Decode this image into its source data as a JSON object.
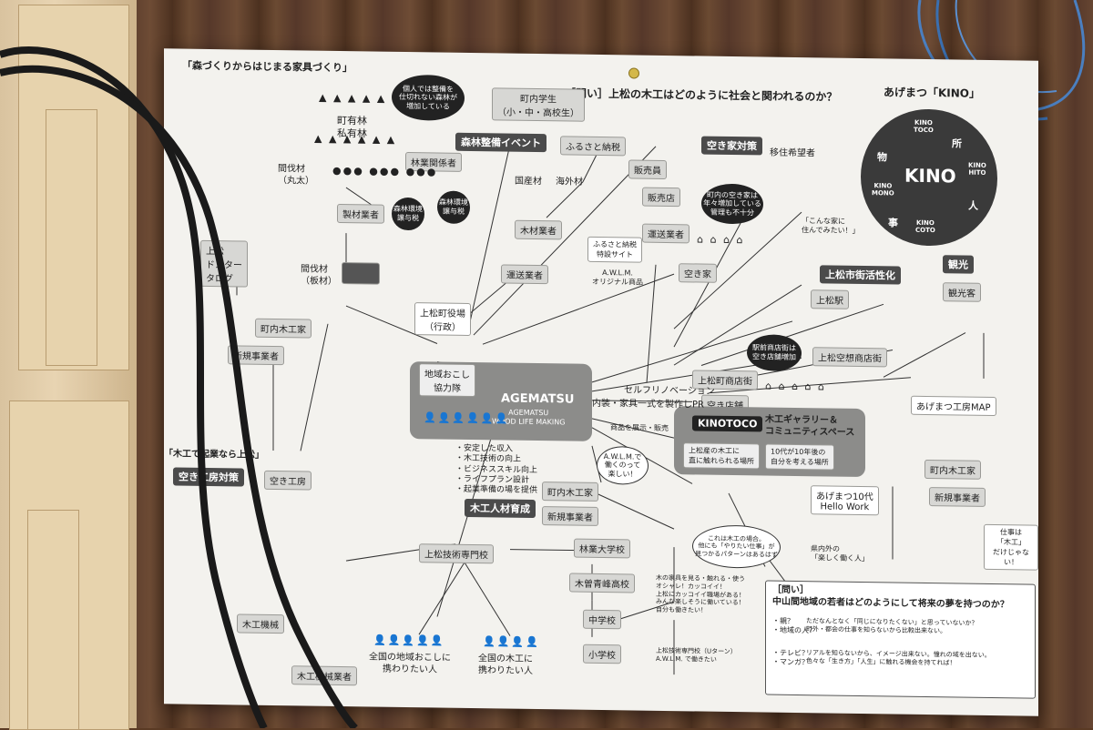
{
  "header": {
    "top_left": "「森づくりからはじまる家具づくり」",
    "question1": "［問い］上松の木工はどのように社会と関われるのか？",
    "brand_title": "あげまつ「KINO」"
  },
  "kino_circle": {
    "center": "KINO",
    "toco": "KINO\nTOCO",
    "mono": "KINO\nMONO",
    "hito": "KINO\nHITO",
    "coto": "KINO\nCOTO",
    "ch_mono": "物",
    "ch_tokoro": "所",
    "ch_hito": "人",
    "ch_koto": "事"
  },
  "nodes": {
    "forest_owner": "町有林\n私有林",
    "forestry": "林業関係者",
    "thinning": "間伐材\n（丸太）",
    "lumber_mill": "製材業者",
    "thinned_board": "間伐材\n（板材）",
    "town_hall": "上松町役場\n（行政）",
    "forest_event": "森林整備イベント",
    "students": "町内学生\n（小・中・高校生）",
    "hometown_tax": "ふるさと納税",
    "domestic_wood": "国産材",
    "foreign_wood": "海外材",
    "timber_dealer": "木材業者",
    "transport": "運送業者",
    "sales": "販売員",
    "shop": "販売店",
    "transport2": "運送業者",
    "akiya": "空き家対策",
    "migrant": "移住希望者",
    "akiya2": "空き家",
    "revital": "上松市街活性化",
    "kanko": "観光",
    "agematsu_station": "上松駅",
    "tourist": "観光客",
    "ekimae": "上松空想商店街",
    "town_shopping": "上松町商店街",
    "empty_shop": "空き店舗",
    "coop": "地域おこし\n協力隊",
    "agematsu_logo": "AGEMATSU",
    "wlm": "AGEMATSU\nWOOD LIFE MAKING",
    "kinotoco": "KINOTOCO",
    "gallery": "木工ギャラリー＆\nコミュニティスペース",
    "gallery_a": "上松産の木工に\n直に触れられる場所",
    "gallery_b": "10代が10年後の\n自分を考える場所",
    "kobo_map": "あげまつ工房MAP",
    "town_craftsman": "町内木工家",
    "new_business": "新規事業者",
    "town_craftsman2": "町内木工家",
    "new_business2": "新規事業者",
    "hello_work": "あげまつ10代\nHello Work",
    "training": "木工人材育成",
    "school": "上松技術専門校",
    "forestry_univ": "林業大学校",
    "kiso_high": "木曽青峰高校",
    "junior_high": "中学校",
    "elementary": "小学校",
    "regional_coop": "全国の地域おこしに\n携わりたい人",
    "national_craft": "全国の木工に\n携わりたい人",
    "empty_kobo": "空き工房対策",
    "empty_kobo2": "空き工房",
    "woodwork_machine": "木工機械",
    "woodwork_dealer": "木工機械業者",
    "left_side_text": "上松\nドスター\nタログ",
    "town_kobo": "町内木工家",
    "new_business_left": "新規事業者",
    "start_business": "「木工で起業なら上松」"
  },
  "notes": {
    "stable_income": "・安定した収入\n・木工技術の向上\n・ビジネススキル向上\n・ライフプラン設計\n・起業準備の場を提供（株日）",
    "self_renovation": "セルフリノベーション",
    "interior_pr": "内装・家具一式を製作しPR",
    "product_sales": "商品を展示・販売",
    "awlm_fun": "A.W.L.M.で\n働くのって\n楽しい！",
    "akiya_bubble": "町内の空き家は\n年々増加している\n管理も不十分",
    "kanko_bubble": "駅前商店街は\n空き店舗増加",
    "forest_bubble": "個人では整備を\n仕切れない森林が\n増加している",
    "forest_env": "森林環境\n譲与税",
    "forest_env2": "森林環境\n譲与税",
    "akiya_note": "「こんな家に\n住んでみたい！」",
    "hometown_box": "ふるさと納税\n特設サイト",
    "awlm_original": "A.W.L.M.\nオリジナル商品",
    "q2": "［問い］\n中山間地域の若者はどのようにして将来の夢を持つのか？",
    "q2_a": "・親？\n・地域の人？",
    "q2_a_text": "ただなんとなく「同じになりたくない」と思っていないか？\n町外・都会の仕事を知らないから比較出来ない。",
    "q2_b": "・テレビ？\n・マンガ？",
    "q2_b_text": "リアルを知らないから、イメージ出来ない。憧れの域を出ない。\n色々な「生き方」「人生」に触れる機会を持てれば！",
    "job_note": "仕事は\n「木工」\nだけじゃない！",
    "town_note": "県内外の\n「楽しく働く人」",
    "kiso_note": "これは木工の場合。\n他にも「やりたい仕事」が\n見つかるパターンはあるはず",
    "exp_note": "木の家具を見る・触れる・使う\nオシャレ！カッコイイ！\n上松にカッコイイ職場がある！\nみんな楽しそうに働いている！\n自分も働きたい！",
    "awlm_work": "上松技術専門校（Uターン）\nA.W.L.M. で働きたい"
  }
}
